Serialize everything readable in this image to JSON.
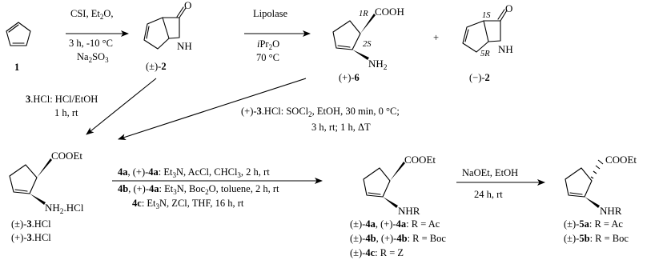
{
  "compounds": {
    "c1": {
      "label": "1"
    },
    "c2": {
      "label_prefix": "(±)-",
      "label_num": "2",
      "atom_o": "O",
      "atom_nh": "NH"
    },
    "c6": {
      "label_prefix": "(+)-",
      "label_num": "6",
      "atom_cooh": "COOH",
      "atom_nh2": "NH",
      "atom_nh2_sub": "2",
      "loc_1r": "1R",
      "loc_2s": "2S"
    },
    "plus": "+",
    "c2e": {
      "label_prefix": "(−)-",
      "label_num": "2",
      "atom_o": "O",
      "atom_nh": "NH",
      "loc_1s": "1S",
      "loc_5r": "5R"
    },
    "c3": {
      "line1_prefix": "(±)-",
      "line1_num": "3",
      "line1_suffix": ".HCl",
      "line2_prefix": "(+)-",
      "line2_num": "3",
      "line2_suffix": ".HCl",
      "atom_cooet": "COOEt",
      "atom_nh2hcl_a": "NH",
      "atom_nh2hcl_sub": "2",
      "atom_nh2hcl_b": ".HCl"
    },
    "c4": {
      "atom_cooet": "COOEt",
      "atom_nhr": "NHR",
      "line1": {
        "p1": "(±)-",
        "n1": "4a",
        "mid": ", (+)-",
        "n2": "4a",
        "tail": ": R = Ac"
      },
      "line2": {
        "p1": "(±)-",
        "n1": "4b",
        "mid": ", (+)-",
        "n2": "4b",
        "tail": ": R = Boc"
      },
      "line3": {
        "p1": "(±)-",
        "n1": "4c",
        "tail": ": R = Z"
      }
    },
    "c5": {
      "atom_cooet": "COOEt",
      "atom_nhr": "NHR",
      "line1": {
        "p1": "(±)-",
        "n1": "5a",
        "tail": ": R = Ac"
      },
      "line2": {
        "p1": "(±)-",
        "n1": "5b",
        "tail": ": R = Boc"
      }
    }
  },
  "conditions": {
    "step1": {
      "line1": "CSI, Et",
      "line1_sub": "2",
      "line1_b": "O,",
      "line2": "3 h, -10 °C",
      "line3": "Na",
      "line3_sub1": "2",
      "line3_b": "SO",
      "line3_sub2": "3"
    },
    "step2": {
      "line1": "Lipolase",
      "line2_i": "i",
      "line2_a": "Pr",
      "line2_sub": "2",
      "line2_b": "O",
      "line3": "70 °C"
    },
    "step3": {
      "bold": "3",
      "line1": ".HCl: HCl/EtOH",
      "line2": "1 h, rt"
    },
    "step4": {
      "line1_a": "(+)-",
      "line1_bold": "3",
      "line1_b": ".HCl: SOCl",
      "line1_sub": "2",
      "line1_c": ", EtOH, 30 min, 0 °C;",
      "line2": "3 h, rt; 1 h, ΔT"
    },
    "step5": {
      "l1_bold1": "4a",
      "l1_a": ", (+)-",
      "l1_bold2": "4a",
      "l1_b": ": Et",
      "l1_sub1": "3",
      "l1_c": "N, AcCl, CHCl",
      "l1_sub2": "3",
      "l1_d": ", 2 h, rt",
      "l2_bold1": "4b",
      "l2_a": ", (+)-",
      "l2_bold2": "4a",
      "l2_b": ": Et",
      "l2_sub1": "3",
      "l2_c": "N, Boc",
      "l2_sub2": "2",
      "l2_d": "O, toluene, 2 h, rt",
      "l3_bold1": "4c",
      "l3_b": ": Et",
      "l3_sub1": "3",
      "l3_c": "N, ZCl, THF, 16 h, rt"
    },
    "step6": {
      "line1": "NaOEt, EtOH",
      "line2": "24 h, rt"
    }
  }
}
